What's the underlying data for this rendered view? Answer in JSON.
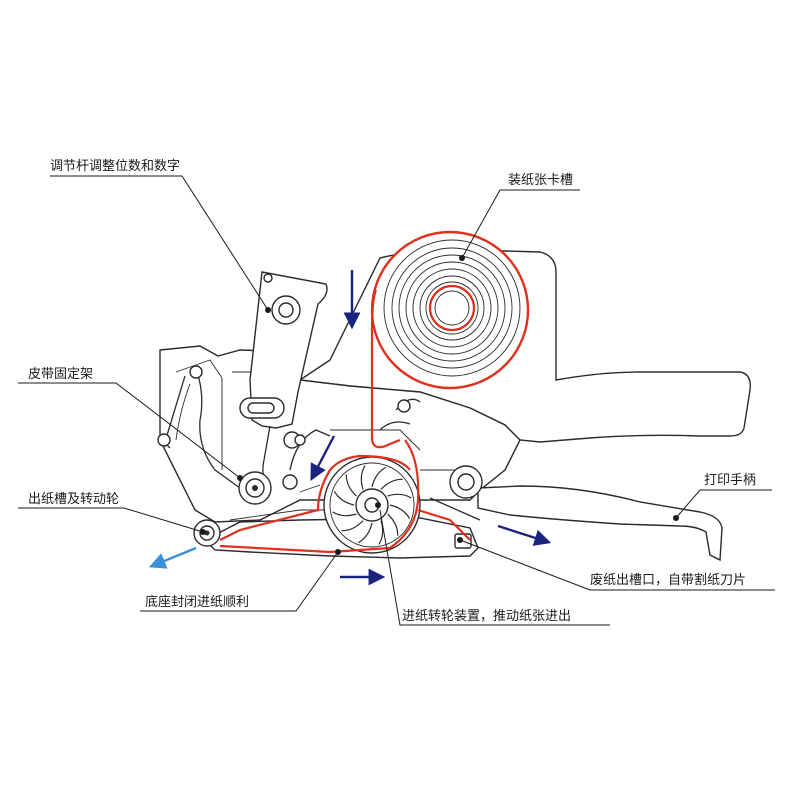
{
  "labels": {
    "adjust_lever": "调节杆调整位数和数字",
    "paper_slot": "装纸张卡槽",
    "belt_holder": "皮带固定架",
    "exit_slot": "出纸槽及转动轮",
    "handle": "打印手柄",
    "waste_outlet": "废纸出槽口，自带割纸刀片",
    "base": "底座封闭进纸顺利",
    "feed_wheel": "进纸转轮装置，推动纸张进出"
  },
  "colors": {
    "paper_path": "#e0301e",
    "flow_arrow": "#1a237e",
    "exit_arrow": "#3a8fd8",
    "outline": "#2b2b2b"
  },
  "icons": {
    "flow_arrow": "arrow-icon",
    "leader_dot": "dot-icon"
  }
}
